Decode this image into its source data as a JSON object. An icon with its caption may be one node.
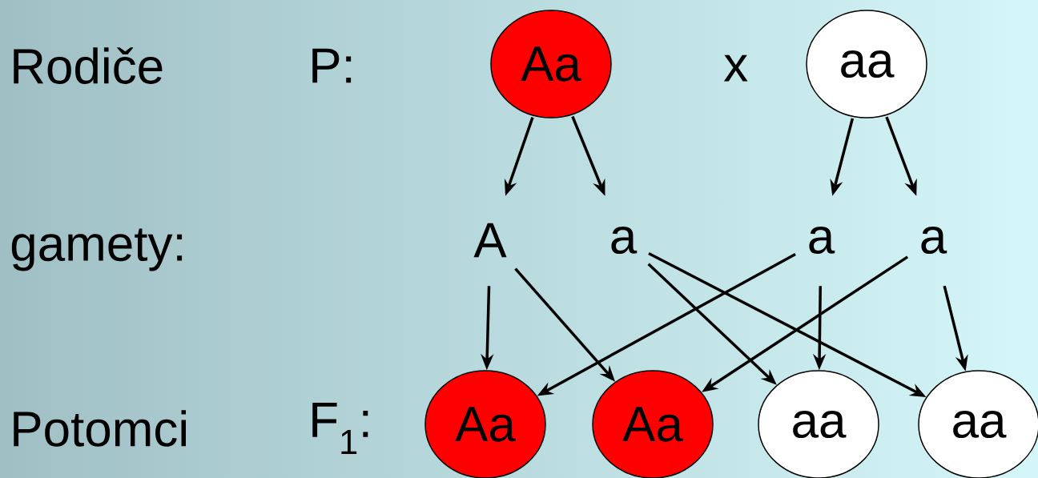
{
  "diagram": {
    "nodes": [
      {
        "text": [
          "Aa"
        ]
      },
      {
        "text": [
          "aa"
        ]
      },
      {
        "text": [
          "A"
        ]
      },
      {
        "text": [
          "a"
        ]
      },
      {
        "text": [
          "a"
        ]
      },
      {
        "text": [
          "a"
        ]
      },
      {
        "text": [
          "Aa"
        ]
      },
      {
        "text": [
          "Aa"
        ]
      },
      {
        "text": [
          "aa"
        ]
      },
      {
        "text": [
          "aa"
        ]
      }
    ],
    "edges": [
      {
        "from": 0,
        "to": 2,
        "arrow": "to"
      },
      {
        "from": 0,
        "to": 3,
        "arrow": "to"
      },
      {
        "from": 1,
        "to": 4,
        "arrow": "to"
      },
      {
        "from": 1,
        "to": 5,
        "arrow": "to"
      },
      {
        "from": 2,
        "to": 6,
        "arrow": "to"
      },
      {
        "from": 2,
        "to": 7,
        "arrow": "to"
      },
      {
        "from": 3,
        "to": 8,
        "arrow": "to"
      },
      {
        "from": 3,
        "to": 9,
        "arrow": "to"
      },
      {
        "from": 4,
        "to": 6,
        "arrow": "to"
      },
      {
        "from": 4,
        "to": 8,
        "arrow": "to"
      },
      {
        "from": 5,
        "to": 7,
        "arrow": "to"
      },
      {
        "from": 5,
        "to": 9,
        "arrow": "to"
      }
    ],
    "labels": [
      "Rodiče",
      "P:",
      "x",
      "gamety:",
      "Potomci",
      "F$_{1}$:"
    ]
  }
}
